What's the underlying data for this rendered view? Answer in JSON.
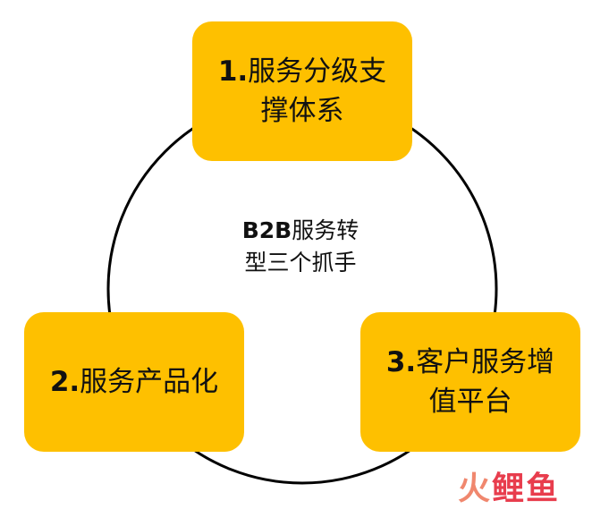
{
  "diagram": {
    "center": {
      "prefix": "B2B",
      "line1_rest": "服务转",
      "line2": "型三个抓手"
    },
    "nodes": [
      {
        "number": "1.",
        "line1": "服务分级支",
        "line2": "撑体系"
      },
      {
        "number": "2.",
        "line1": "服务产品化",
        "line2": ""
      },
      {
        "number": "3.",
        "line1": "客户服务增",
        "line2": "值平台"
      }
    ],
    "colors": {
      "box_fill": "#fec000",
      "ring_stroke": "#000000",
      "text": "#111111"
    }
  },
  "watermark": {
    "part1": "火",
    "part2": "鲤鱼"
  }
}
